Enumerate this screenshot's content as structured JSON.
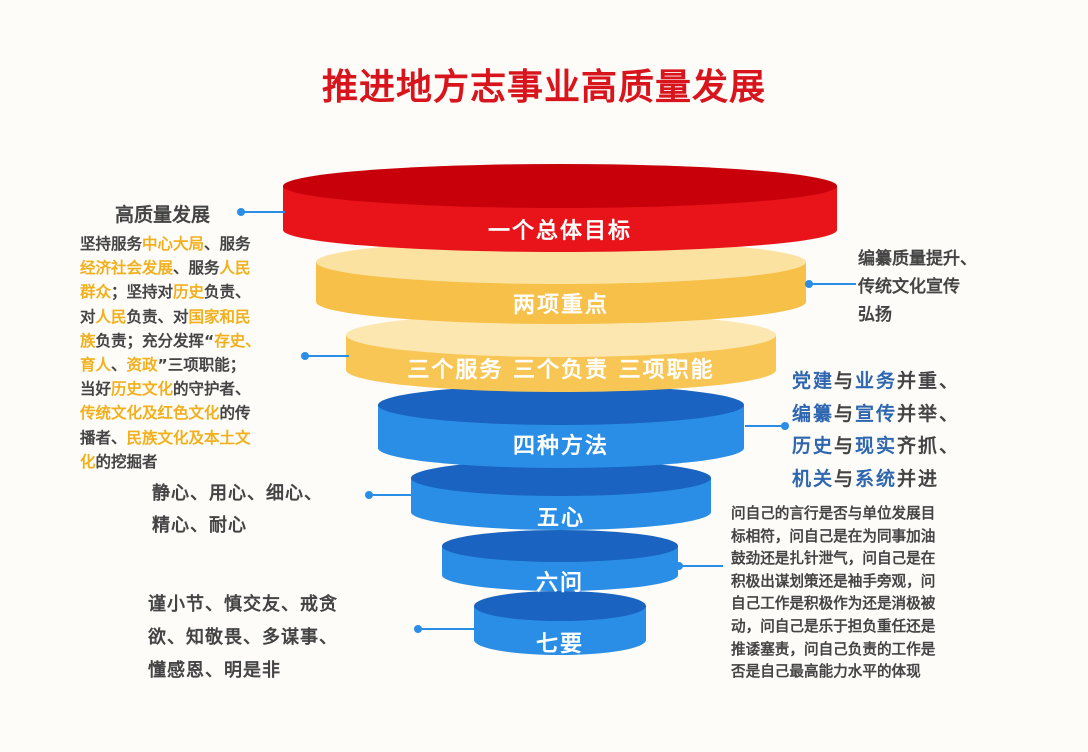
{
  "title": "推进地方志事业高质量发展",
  "layers": [
    {
      "label": "一个总体目标"
    },
    {
      "label": "两项重点"
    },
    {
      "label": "三个服务 三个负责 三项职能"
    },
    {
      "label": "四种方法"
    },
    {
      "label": "五心"
    },
    {
      "label": "六问"
    },
    {
      "label": "七要"
    }
  ],
  "annotations": {
    "goal": "高质量发展",
    "focus": [
      "编纂质量提升、",
      "传统文化宣传",
      "弘扬"
    ],
    "services": [
      [
        {
          "t": "坚持服务"
        },
        {
          "t": "中心大局",
          "hl": 1
        },
        {
          "t": "、服务"
        }
      ],
      [
        {
          "t": "经济社会发展",
          "hl": 1
        },
        {
          "t": "、服务"
        },
        {
          "t": "人民",
          "hl": 1
        }
      ],
      [
        {
          "t": "群众",
          "hl": 1
        },
        {
          "t": "；坚持对"
        },
        {
          "t": "历史",
          "hl": 1
        },
        {
          "t": "负责、"
        }
      ],
      [
        {
          "t": "对"
        },
        {
          "t": "人民",
          "hl": 1
        },
        {
          "t": "负责、对"
        },
        {
          "t": "国家和民",
          "hl": 1
        }
      ],
      [
        {
          "t": "族",
          "hl": 1
        },
        {
          "t": "负责；充分发挥“"
        },
        {
          "t": "存史、",
          "hl": 1
        }
      ],
      [
        {
          "t": "育人",
          "hl": 1
        },
        {
          "t": "、"
        },
        {
          "t": "资政",
          "hl": 1
        },
        {
          "t": "”三项职能；"
        }
      ],
      [
        {
          "t": "当好"
        },
        {
          "t": "历史文化",
          "hl": 1
        },
        {
          "t": "的守护者、"
        }
      ],
      [
        {
          "t": "传统文化及红色文化",
          "hl": 1
        },
        {
          "t": "的传"
        }
      ],
      [
        {
          "t": "播者、"
        },
        {
          "t": "民族文化及本土文",
          "hl": 1
        }
      ],
      [
        {
          "t": "化",
          "hl": 1
        },
        {
          "t": "的挖掘者"
        }
      ]
    ],
    "methods": [
      [
        {
          "t": "党建",
          "hl": 1
        },
        {
          "t": "与"
        },
        {
          "t": "业务",
          "hl": 1
        },
        {
          "t": "并重、"
        }
      ],
      [
        {
          "t": "编纂",
          "hl": 1
        },
        {
          "t": "与"
        },
        {
          "t": "宣传",
          "hl": 1
        },
        {
          "t": "并举、"
        }
      ],
      [
        {
          "t": "历史",
          "hl": 1
        },
        {
          "t": "与"
        },
        {
          "t": "现实",
          "hl": 1
        },
        {
          "t": "齐抓、"
        }
      ],
      [
        {
          "t": "机关",
          "hl": 1
        },
        {
          "t": "与"
        },
        {
          "t": "系统",
          "hl": 1
        },
        {
          "t": "并进"
        }
      ]
    ],
    "hearts": [
      "静心、用心、细心、",
      "精心、耐心"
    ],
    "questions": [
      "问自己的言行是否与单位发展目",
      "标相符，问自己是在为同事加油",
      "鼓劲还是扎针泄气，问自己是在",
      "积极出谋划策还是袖手旁观，问",
      "自己工作是积极作为还是消极被",
      "动，问自己是乐于担负重任还是",
      "推诿塞责，问自己负责的工作是",
      "否是自己最高能力水平的体现"
    ],
    "musts": [
      "谨小节、慎交友、戒贪",
      "欲、知敬畏、多谋事、",
      "懂感恩、明是非"
    ]
  }
}
